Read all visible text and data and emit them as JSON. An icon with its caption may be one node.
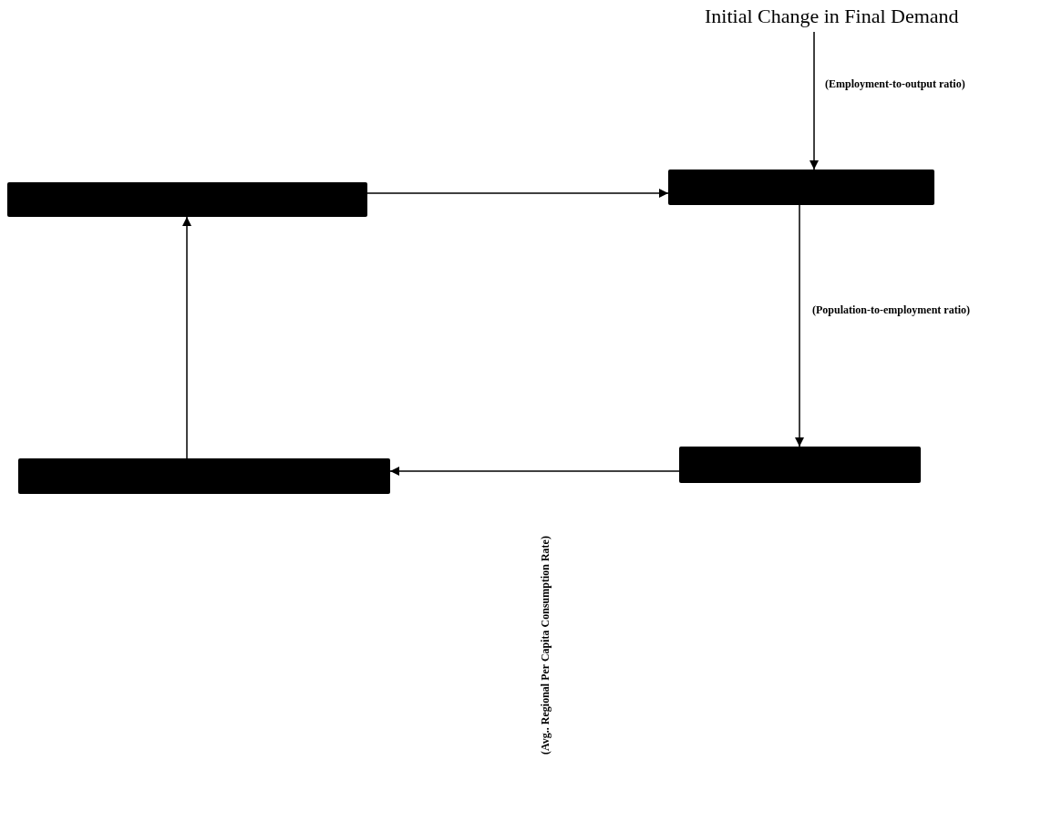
{
  "diagram": {
    "nodes": [
      {
        "text": [
          "Initial Change in Final Demand"
        ]
      },
      {
        "text": [],
        "shape": "box"
      },
      {
        "text": [],
        "shape": "box"
      },
      {
        "text": [],
        "shape": "box"
      },
      {
        "text": [],
        "shape": "box"
      }
    ],
    "edges": [
      {
        "from": 0,
        "to": 2,
        "arrow": "to",
        "label": "(Employment-to-output ratio)"
      },
      {
        "from": 1,
        "to": 2,
        "arrow": "to"
      },
      {
        "from": 2,
        "to": 4,
        "arrow": "to",
        "label": "(Population-to-employment ratio)"
      },
      {
        "from": 4,
        "to": 3,
        "arrow": "to"
      },
      {
        "from": 3,
        "to": 1,
        "arrow": "to"
      }
    ],
    "labels": [
      "(Avg.. Regional Per Capita Consumption Rate)"
    ]
  }
}
